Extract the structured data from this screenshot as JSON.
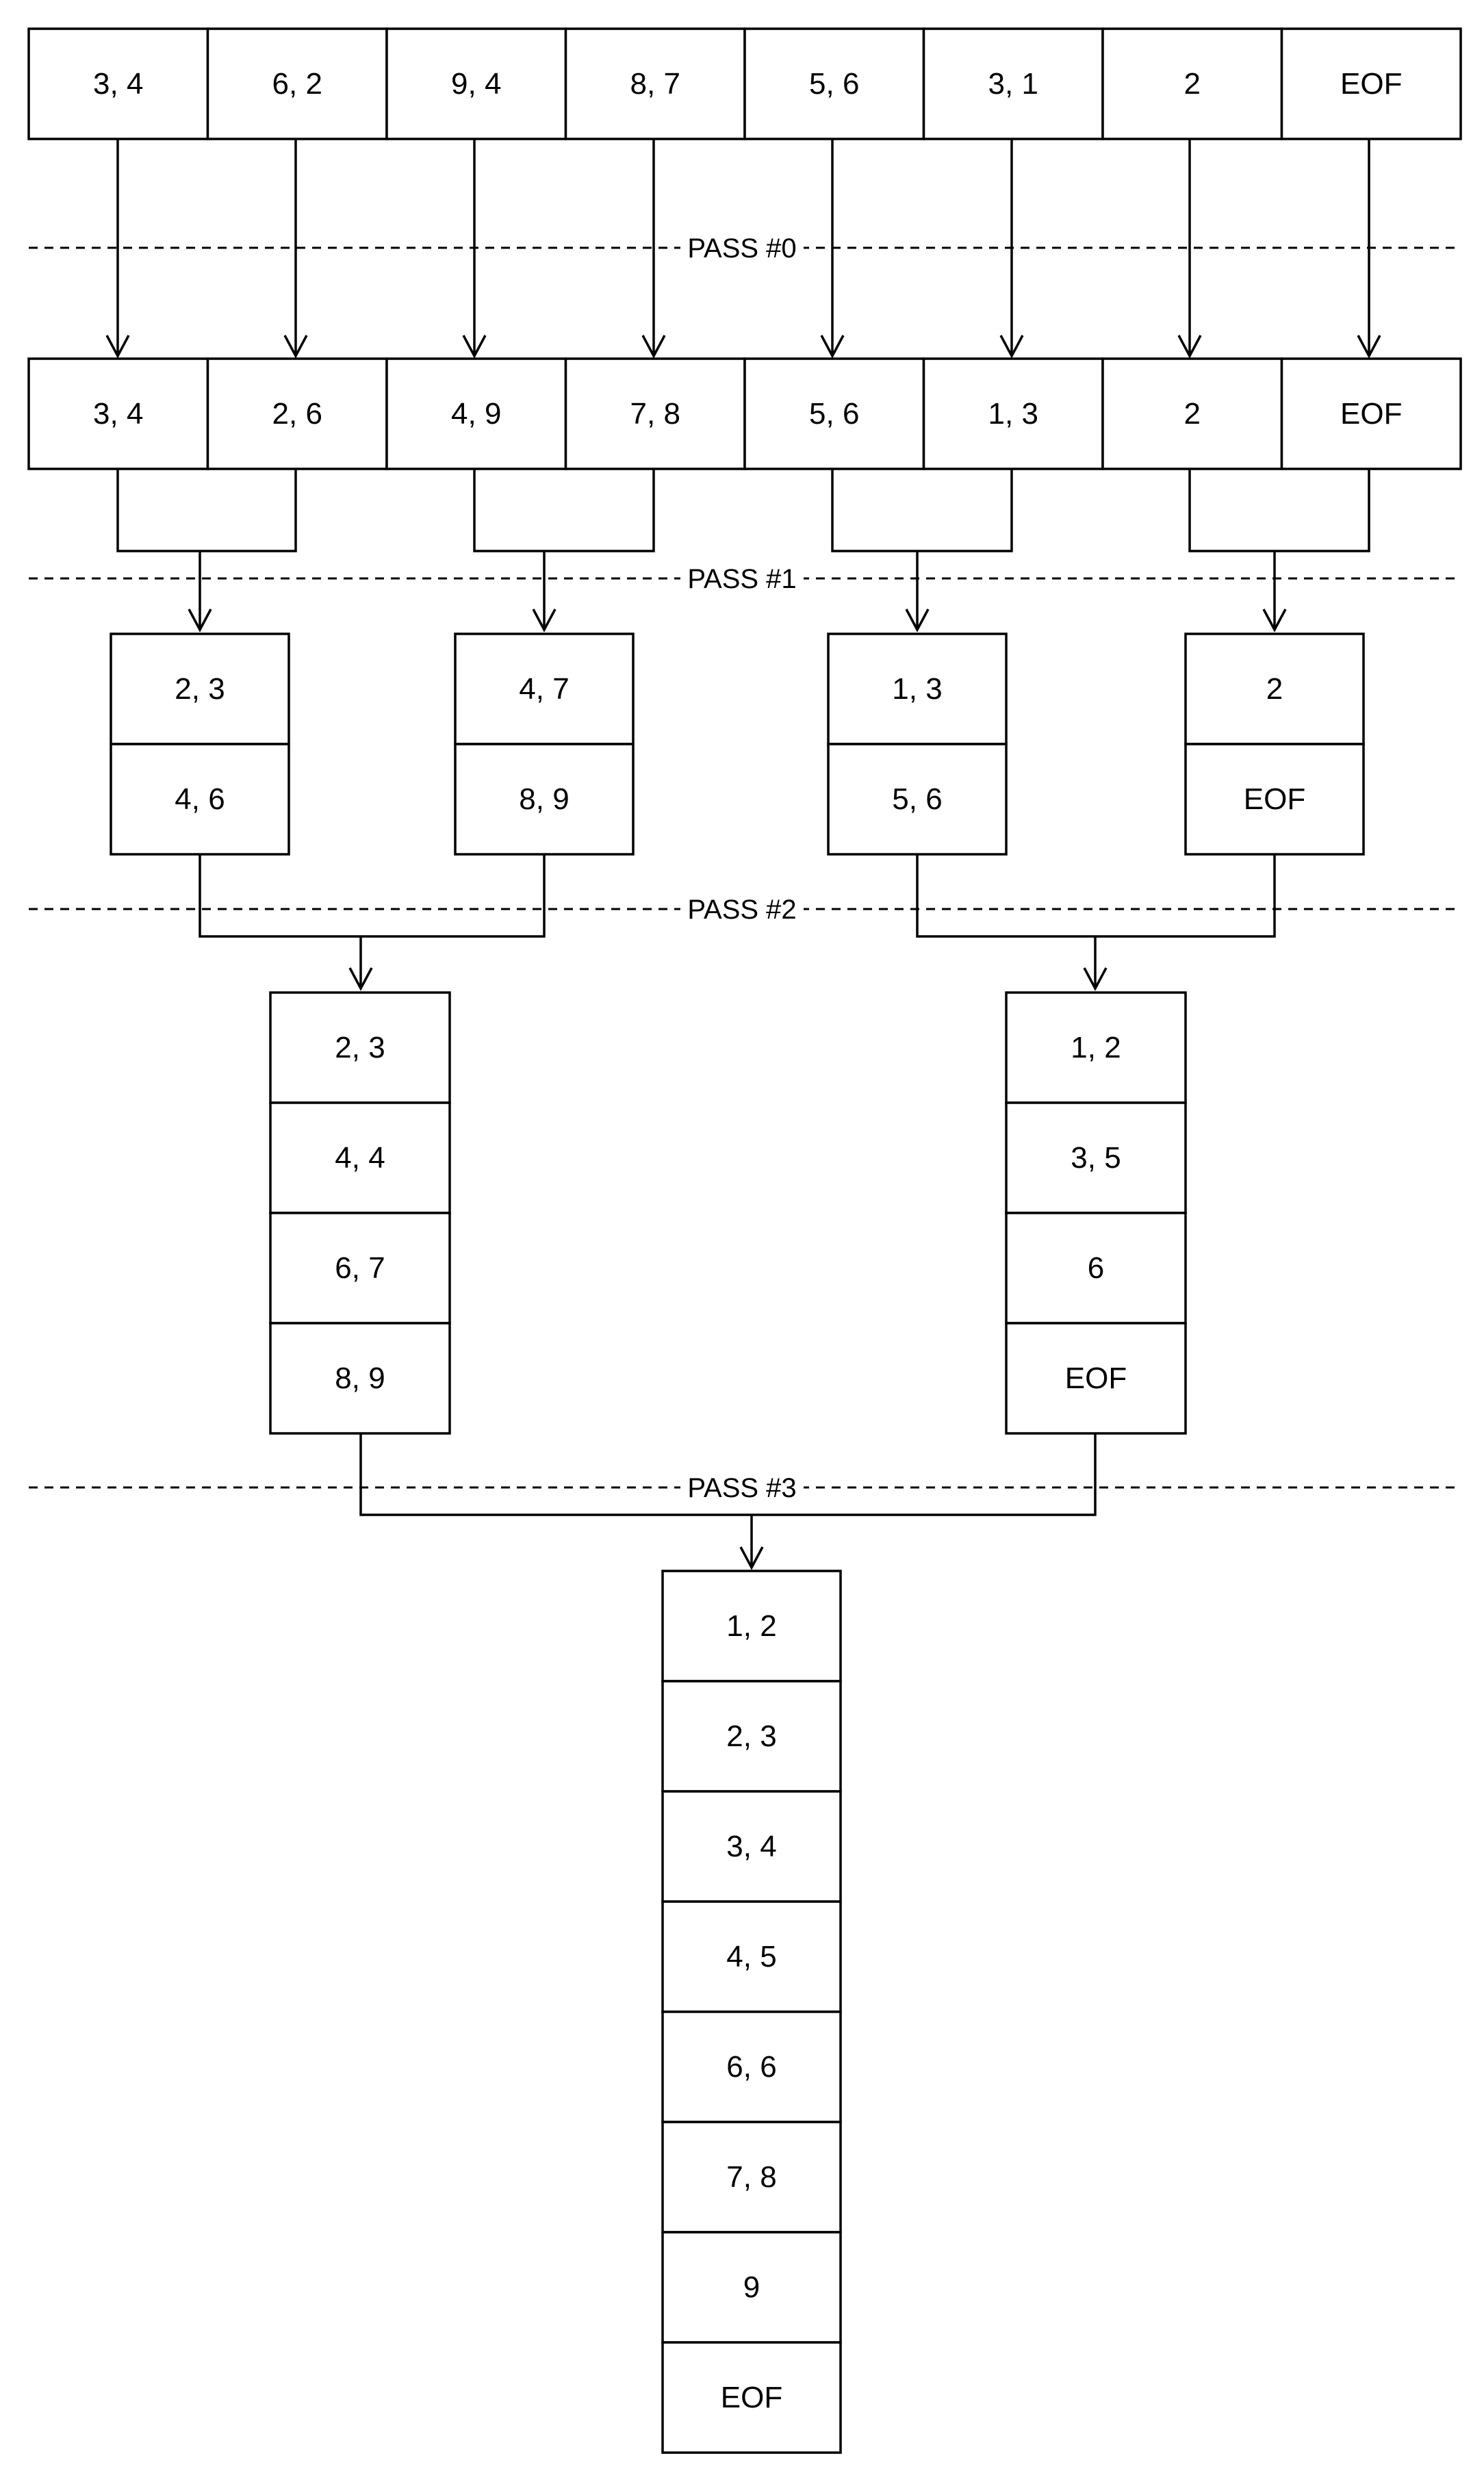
{
  "passes": [
    "PASS #0",
    "PASS #1",
    "PASS #2",
    "PASS #3"
  ],
  "input_row": [
    "3, 4",
    "6, 2",
    "9, 4",
    "8, 7",
    "5, 6",
    "3, 1",
    "2",
    "EOF"
  ],
  "pass0_row": [
    "3, 4",
    "2, 6",
    "4, 9",
    "7, 8",
    "5, 6",
    "1, 3",
    "2",
    "EOF"
  ],
  "pass1_runs": [
    [
      "2, 3",
      "4, 6"
    ],
    [
      "4, 7",
      "8, 9"
    ],
    [
      "1, 3",
      "5, 6"
    ],
    [
      "2",
      "EOF"
    ]
  ],
  "pass2_runs": [
    [
      "2, 3",
      "4, 4",
      "6, 7",
      "8, 9"
    ],
    [
      "1, 2",
      "3, 5",
      "6",
      "EOF"
    ]
  ],
  "pass3_run": [
    "1, 2",
    "2, 3",
    "3, 4",
    "4, 5",
    "6, 6",
    "7, 8",
    "9",
    "EOF"
  ]
}
